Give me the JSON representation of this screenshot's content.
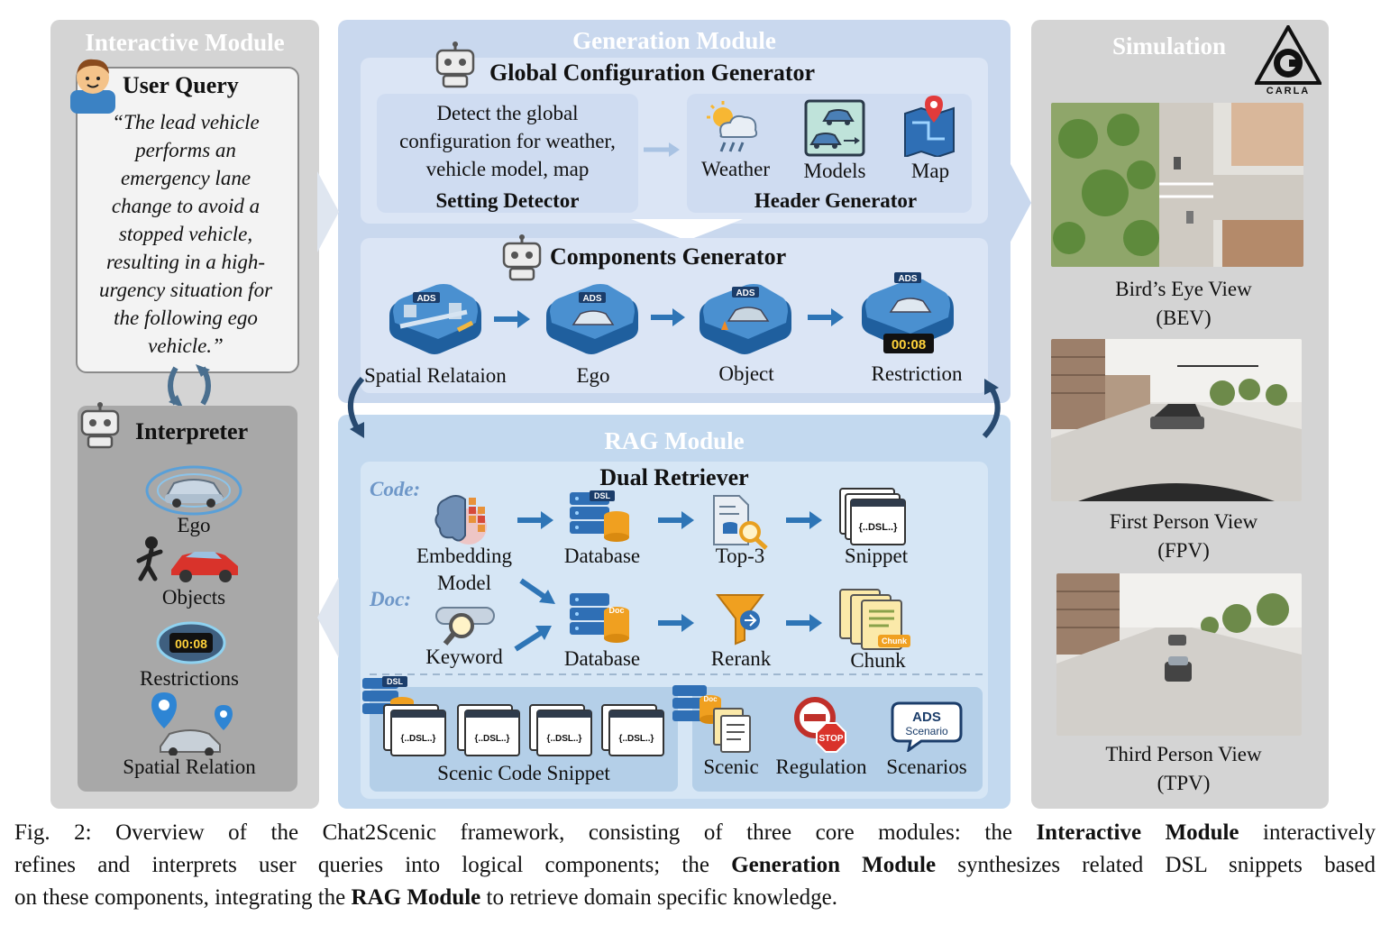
{
  "interactive": {
    "title": "Interactive Module",
    "user_query_title": "User Query",
    "query_lines": [
      "“The lead vehicle",
      "performs an",
      "emergency lane",
      "change to avoid a",
      "stopped vehicle,",
      "resulting in a high-",
      "urgency situation for",
      "the following ego",
      "vehicle.”"
    ],
    "interpreter_title": "Interpreter",
    "items": [
      "Ego",
      "Objects",
      "Restrictions",
      "Spatial Relation"
    ]
  },
  "generation": {
    "title": "Generation Module",
    "global_title": "Global Configuration Generator",
    "detector_text": [
      "Detect the global",
      "configuration for weather,",
      "vehicle model, map"
    ],
    "detector_label": "Setting Detector",
    "header_items": [
      "Weather",
      "Models",
      "Map"
    ],
    "header_label": "Header Generator",
    "components_title": "Components Generator",
    "components": [
      "Spatial Relataion",
      "Ego",
      "Object",
      "Restriction"
    ],
    "badge": "ADS",
    "timer": "00:08"
  },
  "rag": {
    "title": "RAG Module",
    "retriever_title": "Dual Retriever",
    "code_label": "Code:",
    "doc_label": "Doc:",
    "code_row": [
      "Embedding",
      "Database",
      "Top-3",
      "Snippet"
    ],
    "embedding_second": "Model",
    "doc_row": [
      "Keyword",
      "Database",
      "Rerank",
      "Chunk"
    ],
    "dsl_tag": "DSL",
    "doc_tag": "Doc",
    "chunk_tag": "Chunk",
    "snippet_tag": "{..DSL..}",
    "bottom_left": "Scenic Code Snippet",
    "bottom_right": [
      "Scenic",
      "Regulation",
      "Scenarios"
    ],
    "ads_scenario": [
      "ADS",
      "Scenario"
    ],
    "stop": "STOP"
  },
  "simulation": {
    "title": "Simulation",
    "logo": "CARLA",
    "views": [
      {
        "name": "Bird’s Eye View",
        "abbr": "(BEV)"
      },
      {
        "name": "First Person View",
        "abbr": "(FPV)"
      },
      {
        "name": "Third Person View",
        "abbr": "(TPV)"
      }
    ]
  },
  "caption": {
    "line1_a": "Fig. 2: Overview of the Chat2Scenic framework, consisting of three core modules: the ",
    "line1_b": "Interactive Module",
    "line1_c": " interactively",
    "line2_a": "refines and interprets user queries into logical components; the ",
    "line2_b": "Generation Module",
    "line2_c": " synthesizes related DSL snippets based",
    "line3_a": "on these components, integrating the ",
    "line3_b": "RAG Module",
    "line3_c": " to retrieve domain specific knowledge."
  },
  "colors": {
    "arrow": "#2e75b6",
    "accent_blue": "#6e97c8"
  }
}
